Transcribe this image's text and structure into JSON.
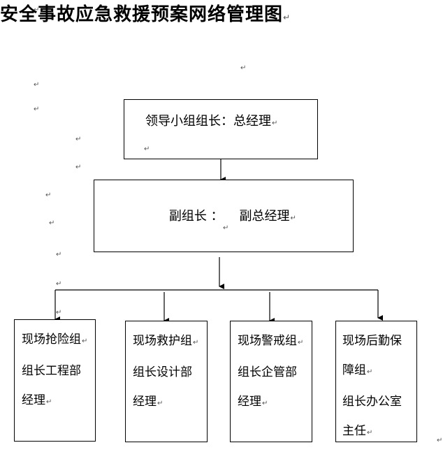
{
  "title": "安全事故应急救援预案网络管理图",
  "paragraph_mark": "↵",
  "leader_box": {
    "text": "领导小组组长：总经理"
  },
  "deputy_box": {
    "text": "副组长 ：    副总经理"
  },
  "sub_groups": [
    {
      "lines": [
        "现场抢险组",
        "组长工程部",
        "经理"
      ],
      "marks": [
        true,
        false,
        true
      ]
    },
    {
      "lines": [
        "现场救护组",
        "组长设计部",
        "经理"
      ],
      "marks": [
        true,
        false,
        true
      ]
    },
    {
      "lines": [
        "现场警戒组",
        "组长企管部",
        "经理"
      ],
      "marks": [
        true,
        false,
        true
      ]
    },
    {
      "lines": [
        "现场后勤保",
        "障组",
        "组长办公室",
        "主任"
      ],
      "marks": [
        false,
        true,
        false,
        true
      ]
    }
  ],
  "colors": {
    "line": "#000000",
    "background": "#ffffff"
  }
}
